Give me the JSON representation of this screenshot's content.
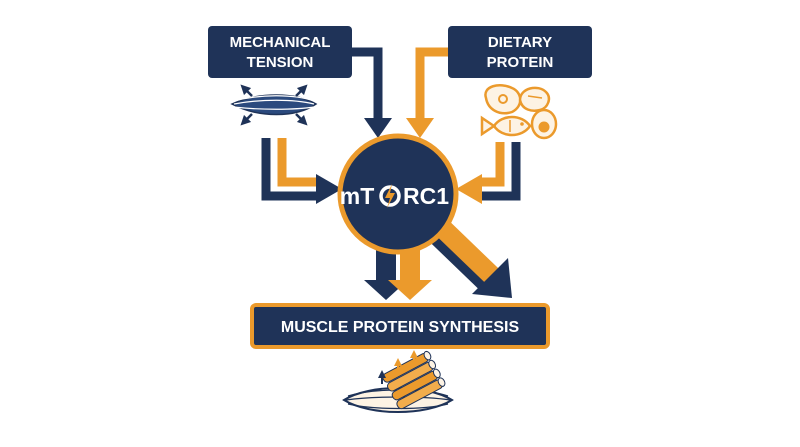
{
  "colors": {
    "navy": "#1f3358",
    "orange": "#eb9a2c",
    "background": "#ffffff",
    "box_fill_muscle": "#fdf3e4"
  },
  "inputs": [
    {
      "label_line1": "MECHANICAL",
      "label_line2": "TENSION",
      "icon": "muscle-stretch-icon"
    },
    {
      "label_line1": "DIETARY",
      "label_line2": "PROTEIN",
      "icon": "protein-foods-icon"
    }
  ],
  "hub": {
    "label_prefix": "mT",
    "label_suffix": "RC1",
    "icon": "lightning-gear-icon"
  },
  "output": {
    "label": "MUSCLE PROTEIN SYNTHESIS",
    "icon": "muscle-fiber-growth-icon"
  }
}
